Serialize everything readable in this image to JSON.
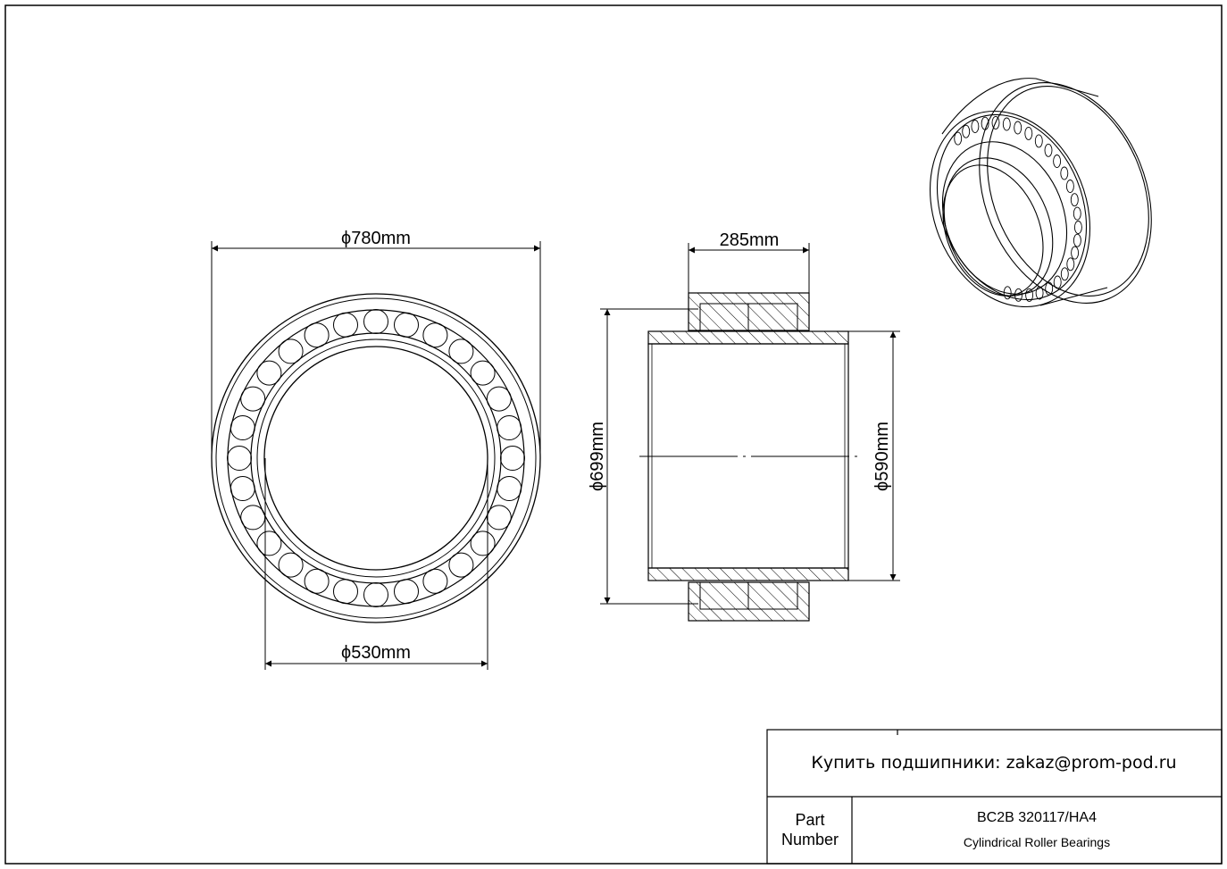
{
  "dimensions": {
    "outer_diameter": "780mm",
    "inner_diameter": "530mm",
    "width": "285mm",
    "outer_ring_bore": "699mm",
    "inner_ring_od": "590mm",
    "diameter_symbol": "ϕ"
  },
  "title_block": {
    "email_line": "Купить подшипники: zakaz@prom-pod.ru",
    "part_label_1": "Part",
    "part_label_2": "Number",
    "part_number": "BC2B 320117/HA4",
    "description": "Cylindrical Roller Bearings"
  }
}
